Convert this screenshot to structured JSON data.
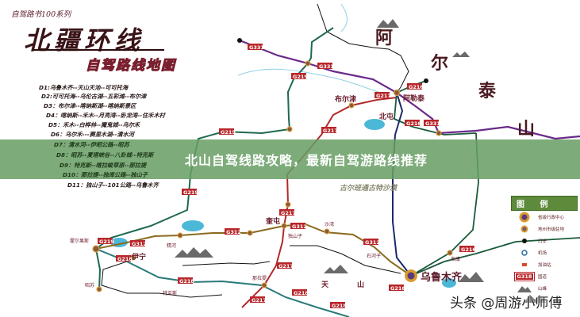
{
  "header": {
    "series": "自驾路书100系列",
    "title": "北疆环线",
    "subtitle": "自驾路线地图"
  },
  "itinerary": [
    "D1:乌鲁木齐--天山天池--可可托海",
    "D2:可可托海--乌伦古湖--五彩滩--布尔津",
    "D3：布尔津--喀纳斯湖--喀纳斯景区",
    "D4：喀纳斯--禾木--月亮湾--卧龙湾--住禾木村",
    "D5：禾木--白桦林--魔鬼城--乌尔禾",
    "D6：乌尔禾---赛里木湖--清水河",
    "D7：清水河--伊昭公路--昭苏",
    "D8：昭苏--夏塔峡谷--八卦城--特克斯",
    "D9：特克斯--喀拉峻草原--那拉提",
    "D10：那拉提--独库公路--独山子",
    "D11：独山子--101公路--乌鲁木齐"
  ],
  "banner": {
    "title": "北山自驾线路攻略，最新自驾游路线推荐"
  },
  "mountain_labels": [
    "阿",
    "尔",
    "泰",
    "山"
  ],
  "map": {
    "desert": "古尔班通古特沙漠",
    "cities": {
      "urumqi": "乌鲁木齐",
      "altay": "阿勒泰",
      "burqin": "布尔津",
      "beitun": "北屯",
      "yining": "伊宁",
      "khorgas": "霍尔果斯",
      "kuitun": "奎屯",
      "dushanzi": "独山子",
      "fukang": "阜康",
      "shawan": "沙湾",
      "shihezi": "石河子",
      "jinghe": "精河",
      "tianshan_tian": "天",
      "tianshan_shan": "山",
      "nalati": "那拉提",
      "zhaosu": "昭苏",
      "tekes": "特克斯"
    },
    "road_labels": {
      "g331": "G331",
      "g219": "G219",
      "g217": "G217",
      "g216": "G216",
      "g312": "G312",
      "g218": "G218"
    }
  },
  "legend": {
    "title": "图 例",
    "items": [
      "省级行政中心",
      "地州市级驻地",
      "口岸",
      "机场",
      "加油站",
      "国道",
      "山峰"
    ],
    "road_sample": "G318"
  },
  "watermark": "头条 @周游小师傅",
  "colors": {
    "g331": "#6a2a8a",
    "g219": "#1f6a4e",
    "g217": "#b02a2a",
    "g312": "#8a6a20",
    "g218": "#2a7a7a",
    "g216": "#1a5a3a",
    "urumqi_line": "#1a2a6a",
    "badge": "#b8262a",
    "banner": "#689e64"
  }
}
